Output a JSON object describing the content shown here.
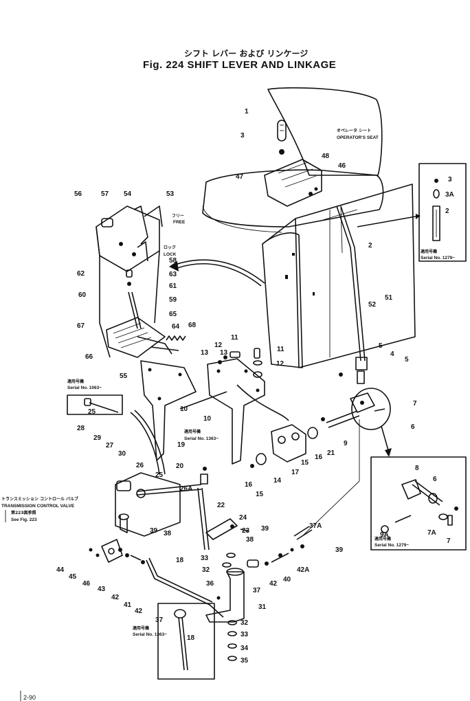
{
  "title": {
    "japanese": "シフト レバー および リンケージ",
    "english": "Fig. 224 SHIFT LEVER AND LINKAGE"
  },
  "annotations": {
    "operators_seat_jp": "オペレータ シート",
    "operators_seat": "OPERATOR'S SEAT",
    "free_jp": "フリー",
    "free": "FREE",
    "lock_jp": "ロック",
    "lock": "LOCK",
    "tcv_jp": "トランスミッション コントロール バルブ",
    "tcv": "TRANSMISSION CONTROL VALVE",
    "see_fig_jp": "第223図参照",
    "see_fig": "See Fig. 223",
    "serial_jp": "適用号機",
    "serial_1279": "Serial No. 1279~",
    "serial_1063": "Serial No. 1063~",
    "serial_1363": "Serial No. 1363~",
    "serial_1363_b": "Serial No. 1363~",
    "serial_1279_b": "Serial No. 1279~"
  },
  "callouts": [
    "1",
    "3",
    "47",
    "48",
    "46",
    "2",
    "52",
    "51",
    "5",
    "4",
    "5",
    "7",
    "6",
    "9",
    "21",
    "16",
    "15",
    "17",
    "14",
    "12",
    "11",
    "13",
    "11",
    "12",
    "13",
    "10",
    "10",
    "56",
    "57",
    "54",
    "53",
    "58",
    "62",
    "63",
    "61",
    "60",
    "59",
    "67",
    "65",
    "64",
    "68",
    "66",
    "55",
    "25",
    "28",
    "29",
    "27",
    "30",
    "26",
    "25",
    "26A",
    "20",
    "19",
    "18",
    "22",
    "24",
    "23",
    "16",
    "15",
    "38",
    "39",
    "37A",
    "36",
    "39",
    "33",
    "32",
    "37",
    "42",
    "40",
    "42A",
    "31",
    "32",
    "33",
    "34",
    "35",
    "44",
    "45",
    "46",
    "43",
    "42",
    "41",
    "39",
    "38",
    "42",
    "37",
    "18",
    "3",
    "3A",
    "2",
    "8",
    "6",
    "7A",
    "7",
    "9A"
  ],
  "footer": {
    "page": "2-90"
  }
}
